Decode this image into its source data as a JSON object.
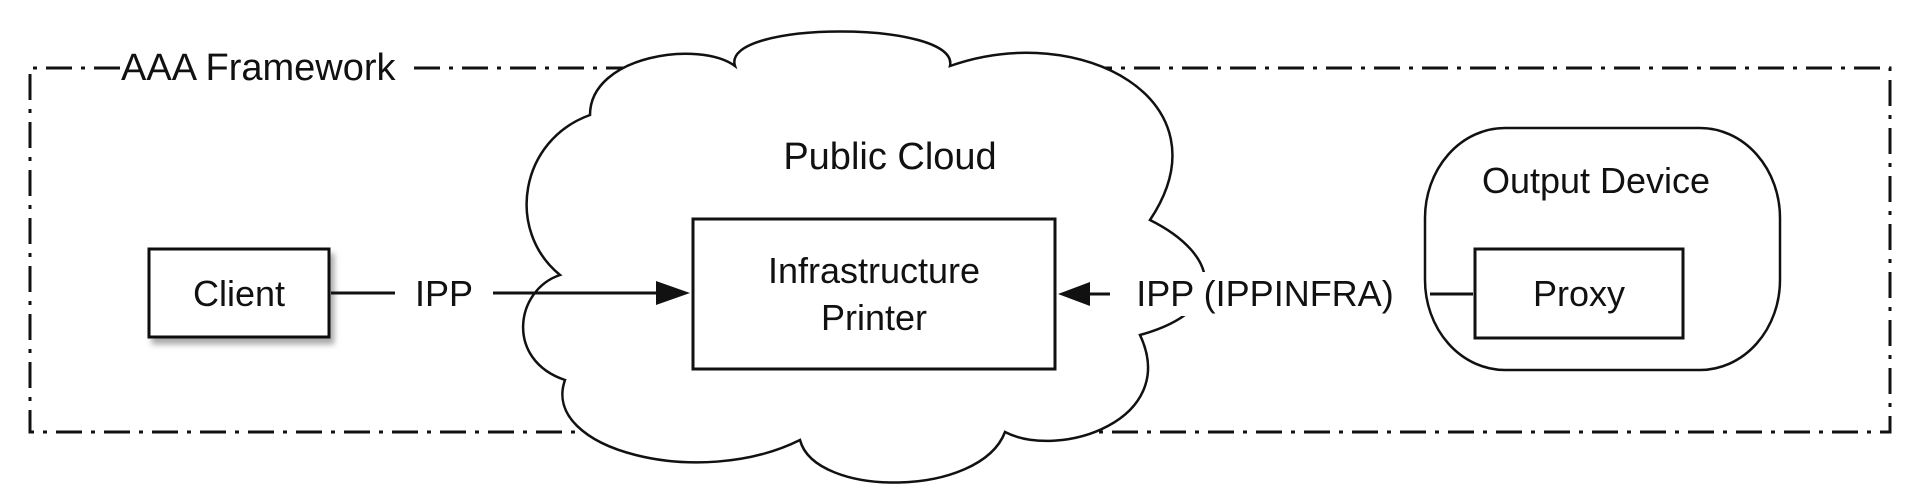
{
  "colors": {
    "stroke": "#111111",
    "background": "#ffffff",
    "shadow": "#888888"
  },
  "frame": {
    "label": "AAA Framework",
    "style": "dash-dot"
  },
  "cloud": {
    "label": "Public Cloud",
    "infra_printer": {
      "line1": "Infrastructure",
      "line2": "Printer"
    }
  },
  "client": {
    "label": "Client"
  },
  "output_device": {
    "label": "Output Device",
    "proxy": {
      "label": "Proxy"
    }
  },
  "connections": {
    "client_to_infra": "IPP",
    "proxy_to_infra": "IPP (IPPINFRA)"
  }
}
